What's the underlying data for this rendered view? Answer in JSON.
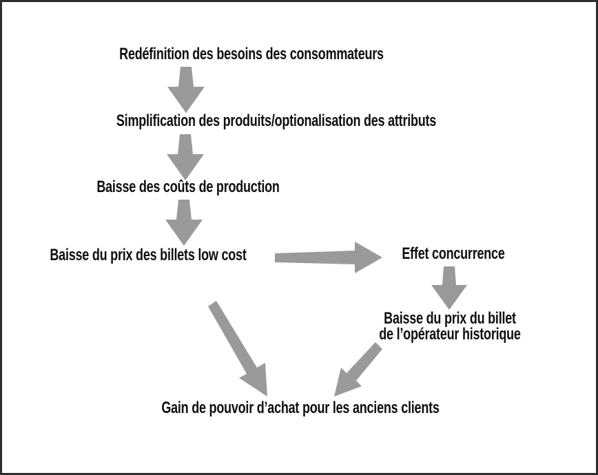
{
  "diagram": {
    "type": "flowchart",
    "nodes": [
      {
        "id": "redefinition",
        "label": "Redéfinition des besoins des consommateurs"
      },
      {
        "id": "simplification",
        "label": "Simplification des produits/optionalisation des attributs"
      },
      {
        "id": "baisse-couts",
        "label": "Baisse des coûts de production"
      },
      {
        "id": "baisse-prix-low-cost",
        "label": "Baisse du prix des billets low cost"
      },
      {
        "id": "effet-concurrence",
        "label": "Effet concurrence"
      },
      {
        "id": "baisse-prix-billet-historique",
        "lines": [
          "Baisse du prix du billet",
          "de l’opérateur historique"
        ]
      },
      {
        "id": "gain-pouvoir-achat",
        "label": "Gain de pouvoir d’achat pour les anciens clients"
      }
    ],
    "edges": [
      {
        "from": "redefinition",
        "to": "simplification",
        "direction": "down"
      },
      {
        "from": "simplification",
        "to": "baisse-couts",
        "direction": "down"
      },
      {
        "from": "baisse-couts",
        "to": "baisse-prix-low-cost",
        "direction": "down"
      },
      {
        "from": "baisse-prix-low-cost",
        "to": "effet-concurrence",
        "direction": "right"
      },
      {
        "from": "effet-concurrence",
        "to": "baisse-prix-billet-historique",
        "direction": "down"
      },
      {
        "from": "baisse-prix-low-cost",
        "to": "gain-pouvoir-achat",
        "direction": "diagonal-down-right"
      },
      {
        "from": "baisse-prix-billet-historique",
        "to": "gain-pouvoir-achat",
        "direction": "diagonal-down-left"
      }
    ],
    "colors": {
      "arrow": "#9a999b",
      "text": "#0f0f0f",
      "border": "#2e2e2e",
      "background": "#ffffff"
    }
  }
}
